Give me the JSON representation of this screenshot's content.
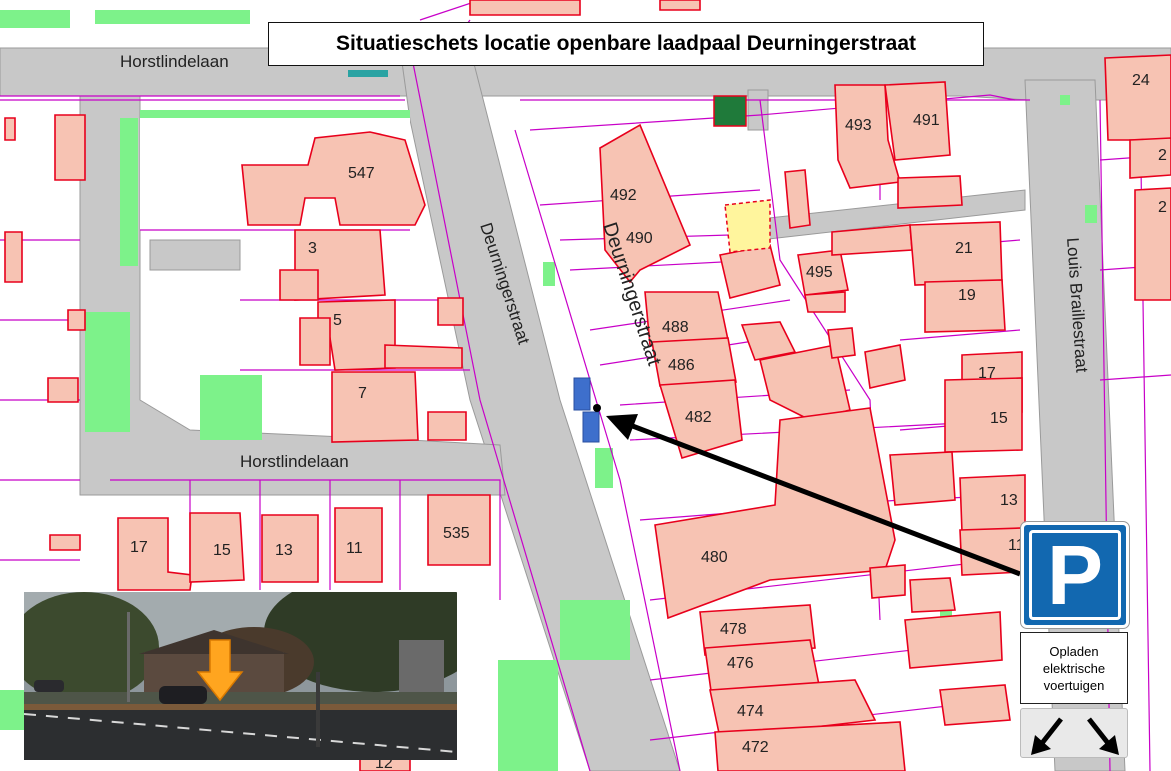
{
  "title": "Situatieschets locatie openbare laadpaal Deurningerstraat",
  "streets": {
    "horstlindelaan_top": "Horstlindelaan",
    "horstlindelaan_bottom": "Horstlindelaan",
    "deurningerstraat_west": "Deurningerstraat",
    "deurningerstraat_east": "Deurningerstraat",
    "louis_braillestraat": "Louis Braillestraat"
  },
  "house_numbers": {
    "n547": "547",
    "n3": "3",
    "n5": "5",
    "n7": "7",
    "n17w": "17",
    "n15w": "15",
    "n13w": "13",
    "n11w": "11",
    "n535": "535",
    "n492": "492",
    "n490": "490",
    "n488": "488",
    "n486": "486",
    "n482": "482",
    "n480": "480",
    "n478": "478",
    "n476": "476",
    "n474": "474",
    "n472": "472",
    "n493": "493",
    "n491": "491",
    "n495": "495",
    "n21": "21",
    "n19": "19",
    "n17e": "17",
    "n15e": "15",
    "n13e": "13",
    "n11e": "11",
    "n24": "24",
    "n2a": "2",
    "n2b": "2",
    "n12": "12"
  },
  "sign": {
    "parking_letter": "P",
    "subtitle": "Opladen elektrische voertuigen"
  },
  "colors": {
    "building_fill": "#f7c3b3",
    "building_stroke": "#e8001c",
    "parcel_line": "#c800c8",
    "road": "#c8c8c8",
    "green": "#7df28a",
    "sign_blue": "#1268b0",
    "charging_spot": "#3e6fcc"
  }
}
